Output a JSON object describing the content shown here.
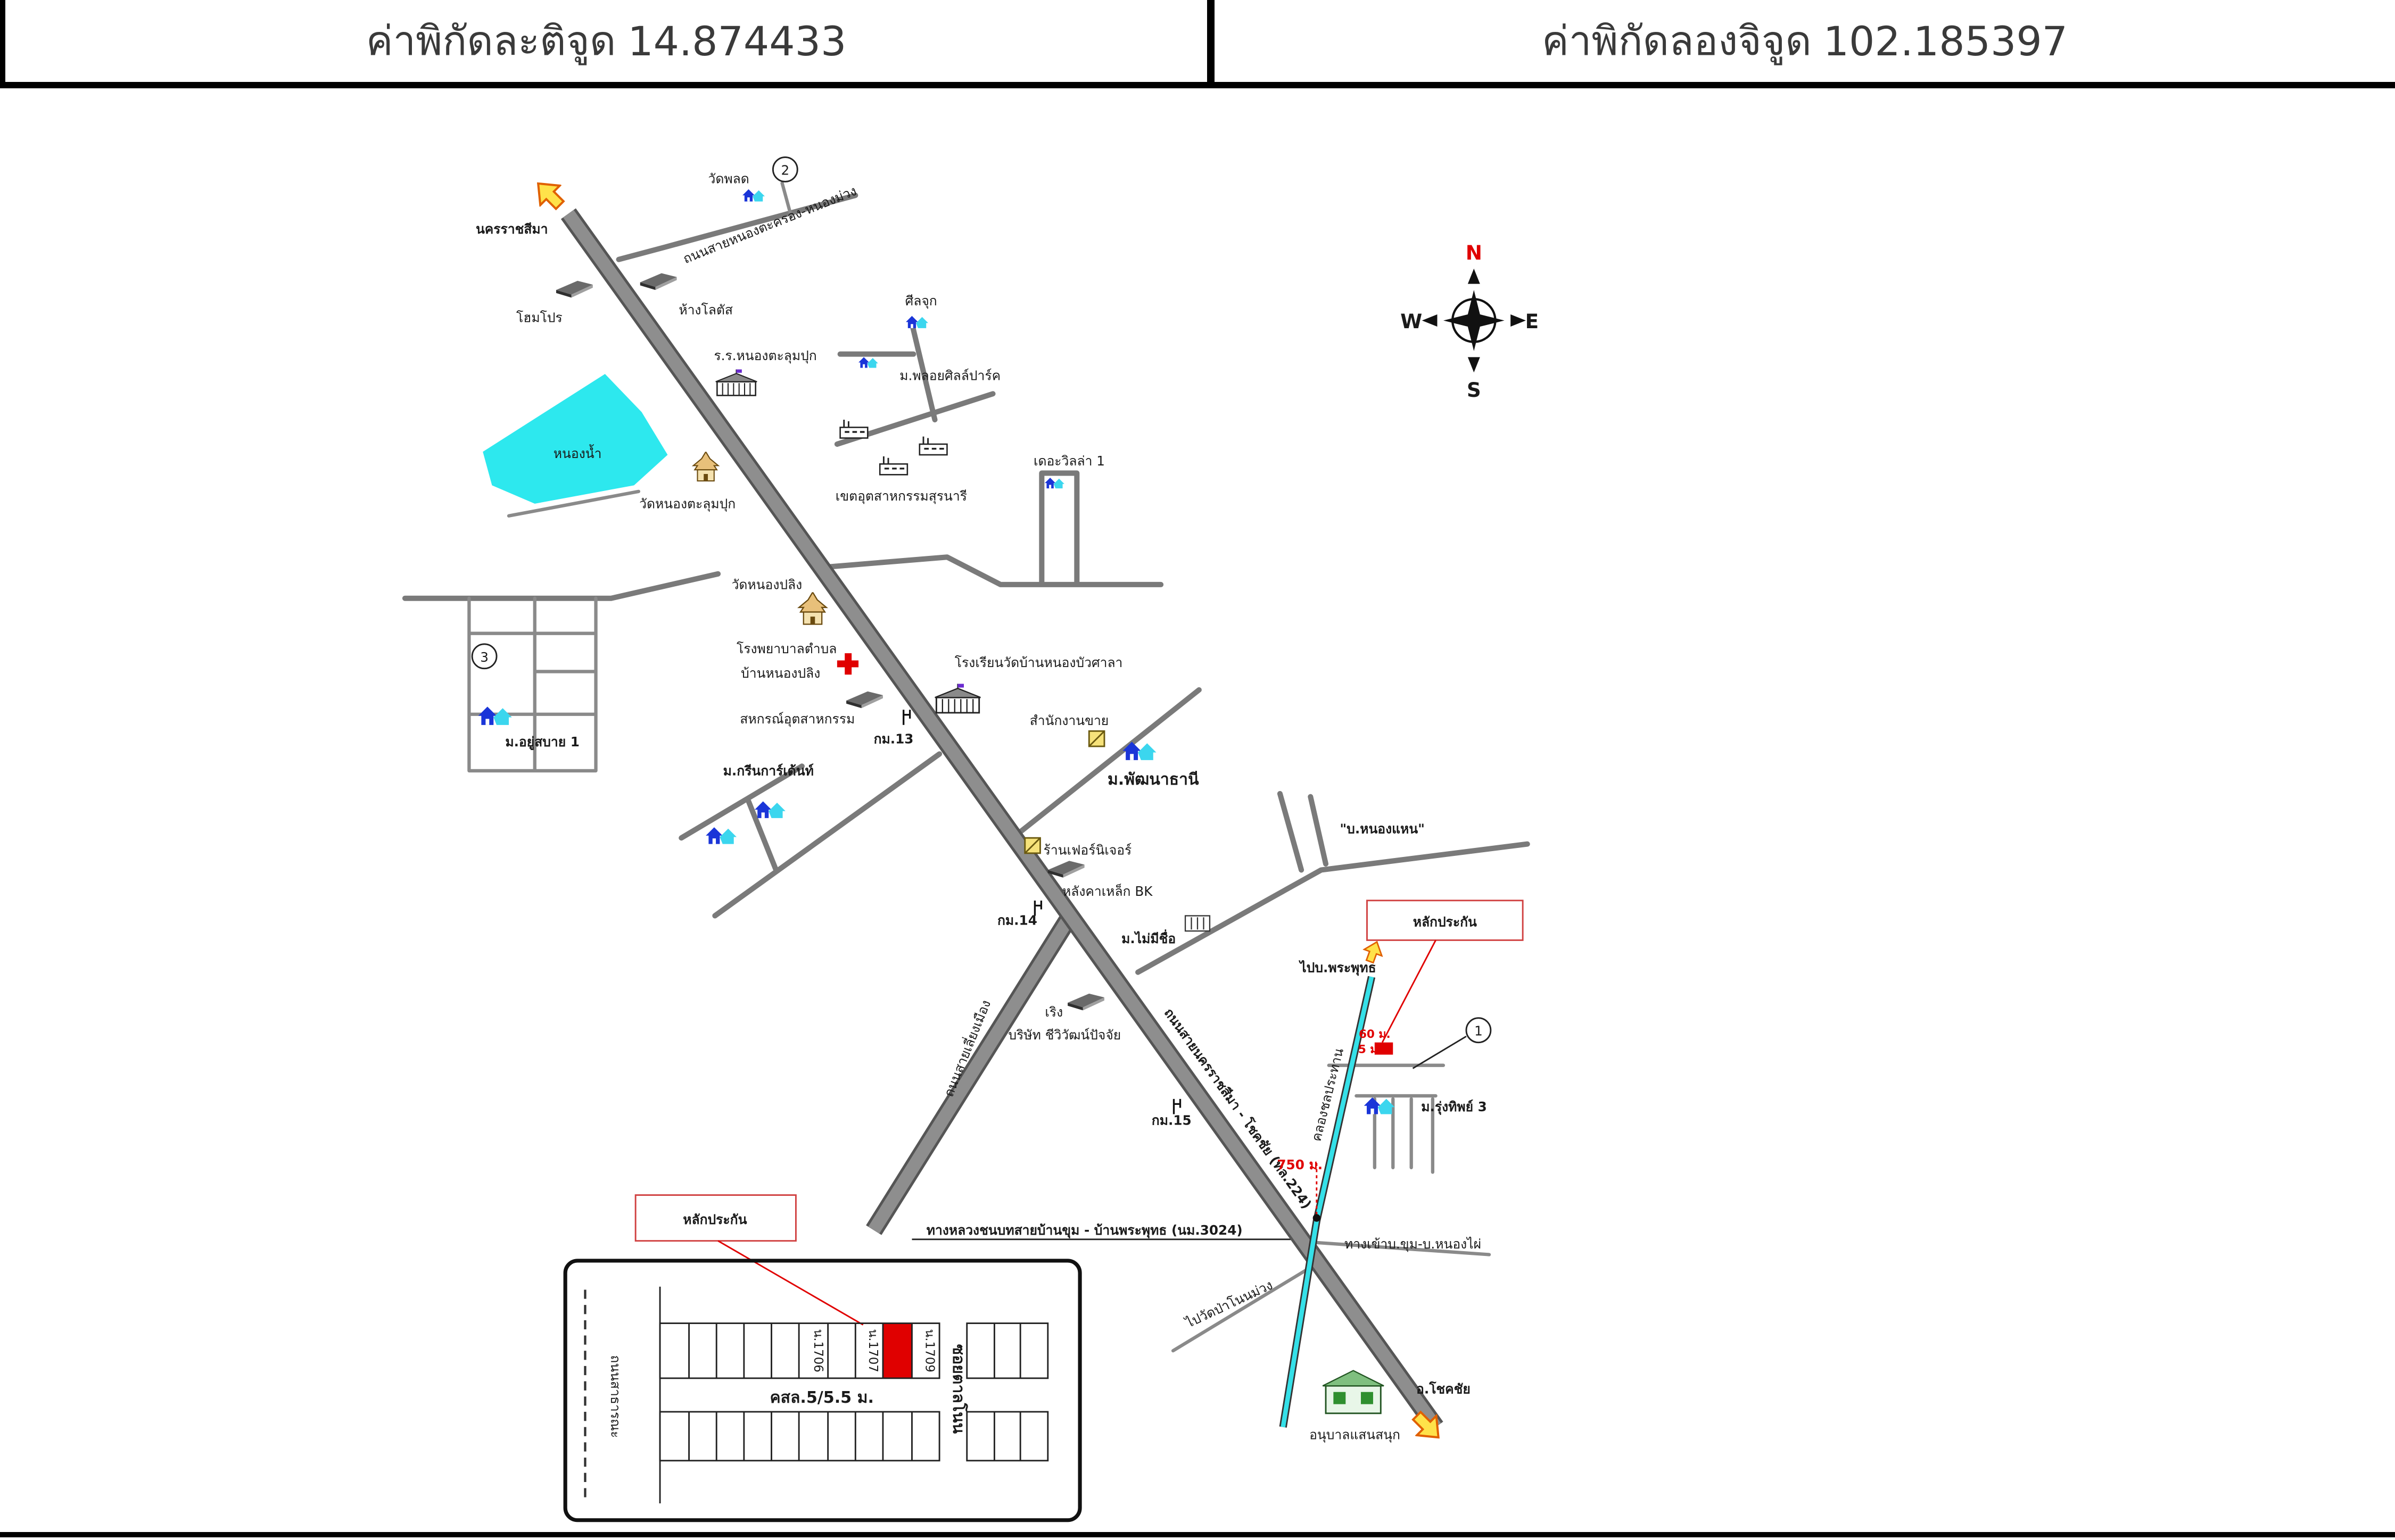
{
  "header": {
    "latitude_label": "ค่าพิกัดละติจูด",
    "latitude_value": "14.874433",
    "longitude_label": "ค่าพิกัดลองจิจูด",
    "longitude_value": "102.185397"
  },
  "compass": {
    "north": "N",
    "west": "W",
    "east": "E",
    "south": "S"
  },
  "colors": {
    "pond": "#2de8ee",
    "canal": "#35e0e8",
    "collateral": "#e00000",
    "house": "#1a35d8",
    "road": "#8e8e8e"
  },
  "markers": {
    "one": "1",
    "two": "2",
    "three": "3"
  },
  "km": {
    "km13": "กม.13",
    "km14": "กม.14",
    "km15": "กม.15"
  },
  "distances": {
    "d60": "60 ม.",
    "d5": "5 ม.",
    "d750": "750 ม."
  },
  "collateral_label": "หลักประกัน",
  "roads": {
    "main": "ถนนสายนครราชสีมา - โชคชัย (ทล.224)",
    "bypass": "ถนนสายเลี่ยงเมือง",
    "north_branch": "ถนนสายหนองตะครอง-หนองม่วง",
    "rural_highway": "ทางหลวงชนบทสายบ้านขุม - บ้านพระพุทธ (นม.3024)",
    "canal": "คลองชลประทาน",
    "entrance_khum": "ทางเข้าบ.ขุม-บ.หนองไผ่",
    "to_wat_pa": "ไปวัดป่าโนนม่วง",
    "to_phra_phut": "ไปบ.พระพุทธ"
  },
  "places": {
    "city_north": "นครราชสีมา",
    "temple_north": "วัดพลด",
    "homepro": "โฮมโปร",
    "lotus": "ห้างโลตัส",
    "village_sila": "ศีลจุก",
    "school_nong_taklum": "ร.ร.หนองตะลุมปุก",
    "ploysin_park": "ม.พลอยศิลล์ปาร์ค",
    "pond": "หนองน้ำ",
    "wat_nong_taklum": "วัดหนองตะลุมปุก",
    "industrial_estate": "เขตอุตสาหกรรมสุรนารี",
    "the_villa": "เดอะวิลล่า 1",
    "wat_nong_pling": "วัดหนองปลิง",
    "hospital_line1": "โรงพยาบาลตำบล",
    "hospital_line2": "บ้านหนองปลิง",
    "school_nong_bua": "โรงเรียนวัดบ้านหนองบัวศาลา",
    "coop": "สหกรณ์อุตสาหกรรม",
    "sales_office": "สำนักงานขาย",
    "yusabai": "ม.อยู่สบาย 1",
    "green_garden": "ม.กรีนการ์เด้นท์",
    "phatthana_thani": "ม.พัฒนาธานี",
    "nong_haen": "\"บ.หนองแหน\"",
    "furniture": "ร้านเฟอร์นิเจอร์",
    "bk_roof": "หลังคาเหล็ก BK",
    "unnamed_village": "ม.ไม่มีชื่อ",
    "company_line1": "เริง",
    "company_line2": "บริษัท ชีวิวัฒน์ปัจจัย",
    "rungthip": "ม.รุ่งทิพย์ 3",
    "chok_chai": "อ.โชคชัย",
    "kindergarten": "อนุบาลแสนสนุก"
  },
  "inset": {
    "collateral_label": "หลักประกัน",
    "public_road": "ถนนสาธารณะ",
    "soi": "ซอยตาลโนน",
    "lots": [
      "น.1706",
      "น.1707",
      "น.1709"
    ],
    "road_spec": "คสล.5/5.5 ม."
  }
}
